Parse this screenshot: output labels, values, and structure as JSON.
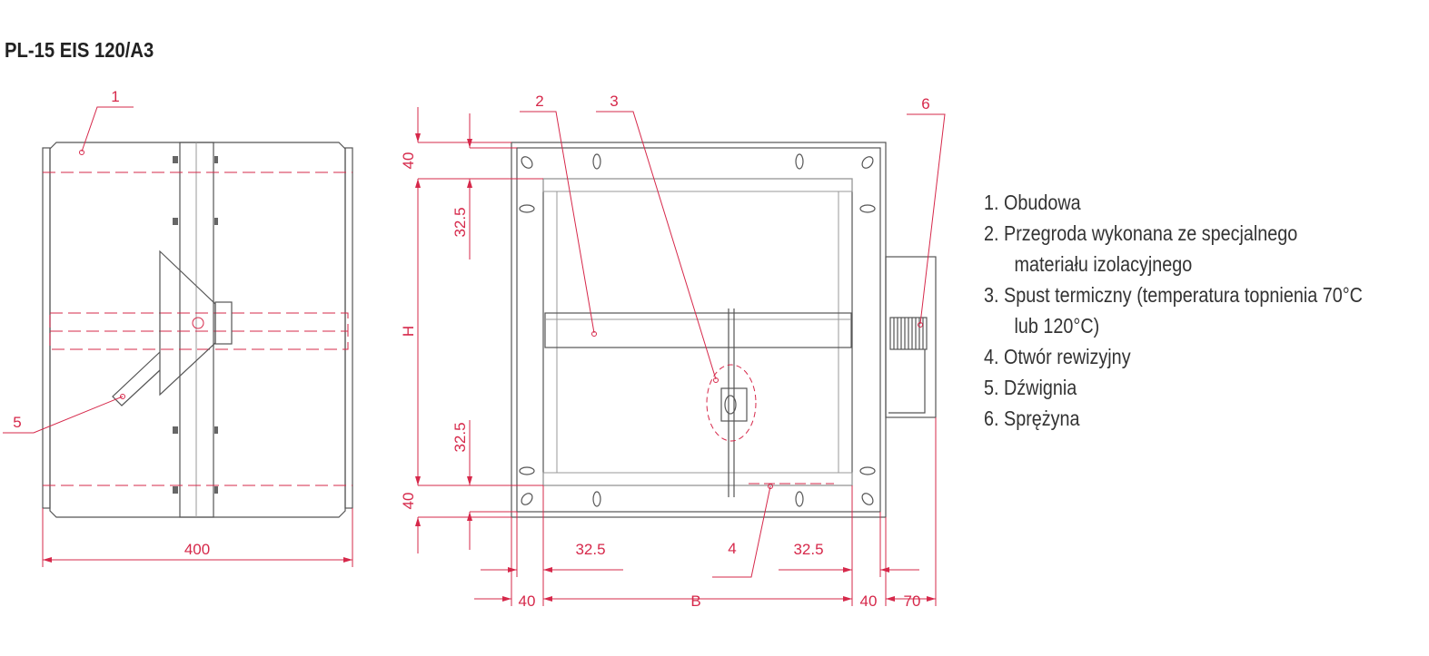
{
  "title": "PL-15 EIS 120/A3",
  "legend": [
    {
      "num": "1.",
      "text": "Obudowa"
    },
    {
      "num": "2.",
      "text": "Przegroda wykonana ze specjalnego",
      "cont": "materiału izolacyjnego"
    },
    {
      "num": "3.",
      "text": "Spust termiczny (temperatura topnienia 70°C",
      "cont": "lub 120°C)"
    },
    {
      "num": "4.",
      "text": "Otwór rewizyjny"
    },
    {
      "num": "5.",
      "text": "Dźwignia"
    },
    {
      "num": "6.",
      "text": "Sprężyna"
    }
  ],
  "callouts": {
    "c1": "1",
    "c2": "2",
    "c3": "3",
    "c4": "4",
    "c5": "5",
    "c6": "6"
  },
  "dimensions": {
    "side_width": "400",
    "top": "40",
    "top_inner": "32.5",
    "height": "H",
    "bottom_inner": "32.5",
    "bottom": "40",
    "left_inner": "32.5",
    "right_inner": "32.5",
    "left": "40",
    "width": "B",
    "right": "40",
    "spring": "70"
  },
  "colors": {
    "dimension": "#d6284a",
    "outline": "#555555"
  }
}
